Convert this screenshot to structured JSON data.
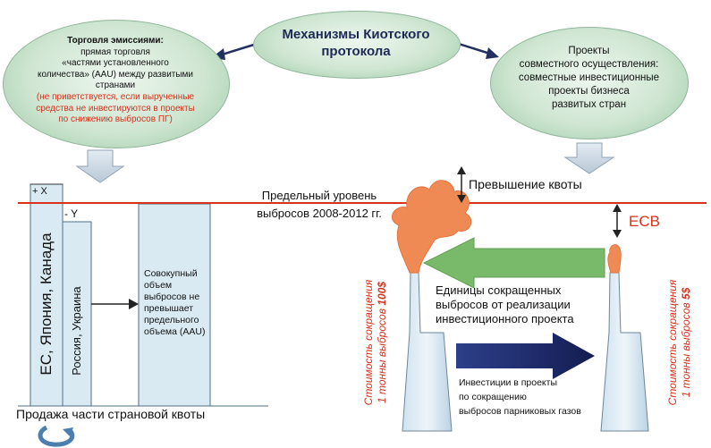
{
  "center": {
    "title_line1": "Механизмы Киотского",
    "title_line2": "протокола"
  },
  "left_ellipse": {
    "line1": "Торговля эмиссиями:",
    "line2": "прямая торговля",
    "line3": "«частями установленного",
    "line4": "количества» (AAU) между развитыми",
    "line5": "странами",
    "red1": "(не приветствуется, если вырученные",
    "red2": "средства не инвестируются в проекты",
    "red3": "по снижению выбросов ПГ)"
  },
  "right_ellipse": {
    "line1": "Проекты",
    "line2": "совместного осуществления:",
    "line3": "совместные инвестиционные",
    "line4": "проекты бизнеса",
    "line5": "развитых стран"
  },
  "limit": {
    "line1": "Предельный уровень",
    "line2": "выбросов 2008-2012 гг."
  },
  "left_chart": {
    "plus_x": "+ X",
    "minus_y": "- Y",
    "col1": "ЕС, Япония, Канада",
    "col2": "Россия, Украина",
    "col3": "Совокупный объем выбросов не превышает предельного объема (AAU)",
    "sale": "Продажа части страновой квоты"
  },
  "right_diagram": {
    "exceed": "Превышение квоты",
    "ecb": "ECB",
    "units_line1": "Единицы сокращенных",
    "units_line2": "выбросов от реализации",
    "units_line3": "инвестиционного проекта",
    "invest_line1": "Инвестиции в проекты",
    "invest_line2": "по сокращению",
    "invest_line3": "выбросов парниковых газов",
    "cost_left_1": "Стоимость сокращения",
    "cost_left_2": "1 тонны выбросов",
    "cost_left_value": "100$",
    "cost_right_1": "Стоимость сокращения",
    "cost_right_2": "1 тонны выбросов",
    "cost_right_value": "5$"
  },
  "colors": {
    "limit_line": "#d7321c",
    "green_arrow": "#79b96a",
    "navy_arrow": "#1f2a6b",
    "smoke": "#f08a55",
    "box": "#d9eaf3"
  }
}
